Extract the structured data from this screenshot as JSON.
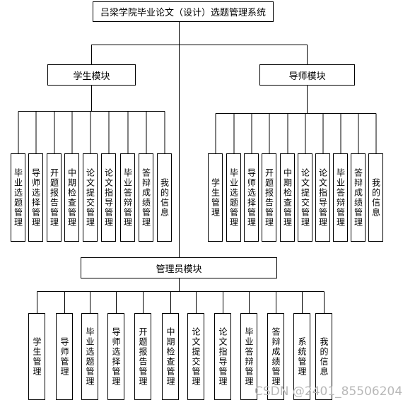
{
  "title": "吕梁学院毕业论文（设计）选题管理系统",
  "student": {
    "label": "学生模块",
    "items": [
      "毕业选题管理",
      "导师选择管理",
      "开题报告管理",
      "中期检查管理",
      "论文提交管理",
      "论文指导管理",
      "毕业答辩管理",
      "答辩成绩管理",
      "我的信息"
    ]
  },
  "tutor": {
    "label": "导师模块",
    "items": [
      "学生管理",
      "毕业选题管理",
      "导师选择管理",
      "开题报告管理",
      "中期检查管理",
      "论文提交管理",
      "论文指导管理",
      "毕业答辩管理",
      "答辩成绩管理",
      "我的信息"
    ]
  },
  "admin": {
    "label": "管理员模块",
    "items": [
      "学生管理",
      "导师管理",
      "毕业选题管理",
      "导师选择管理",
      "开题报告管理",
      "中期检查管理",
      "论文提交管理",
      "论文指导管理",
      "毕业答辩管理",
      "答辩成绩管理",
      "系统管理",
      "我的信息"
    ]
  },
  "watermark": "CSDN @2401_85506204"
}
